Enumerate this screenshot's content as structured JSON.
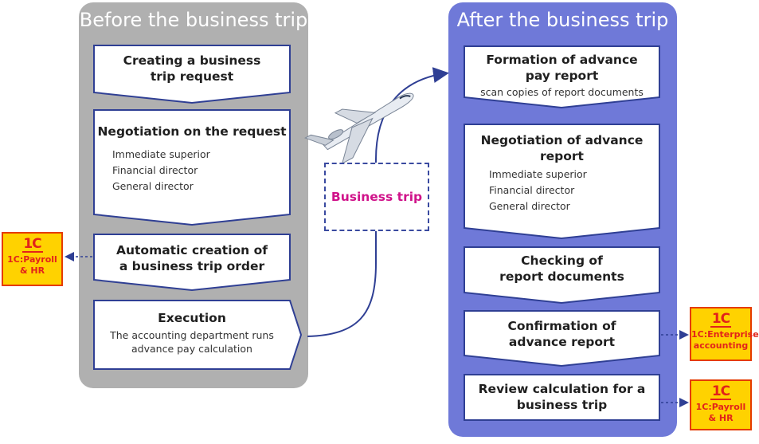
{
  "before": {
    "title": "Before the business trip",
    "steps": [
      {
        "title": "Creating a business\ntrip request"
      },
      {
        "title": "Negotiation on the request",
        "items": [
          "Immediate superior",
          "Financial director",
          "General director"
        ]
      },
      {
        "title": "Automatic creation of\na business trip order"
      },
      {
        "title": "Execution",
        "sub": "The accounting department runs\nadvance pay calculation"
      }
    ]
  },
  "after": {
    "title": "After the business trip",
    "steps": [
      {
        "title": "Formation of advance\npay report",
        "sub": "scan copies of report documents"
      },
      {
        "title": "Negotiation of advance\nreport",
        "items": [
          "Immediate superior",
          "Financial director",
          "General director"
        ]
      },
      {
        "title": "Checking of\nreport documents"
      },
      {
        "title": "Confirmation of\nadvance report"
      },
      {
        "title": "Review calculation for a\nbusiness trip"
      }
    ]
  },
  "trip_label": "Business trip",
  "logos": {
    "left_payroll": {
      "mark": "1C",
      "name": "1C:Payroll\n& HR"
    },
    "right_accounting": {
      "mark": "1C",
      "name": "1C:Enterprise\naccounting"
    },
    "right_payroll": {
      "mark": "1C",
      "name": "1C:Payroll\n& HR"
    }
  },
  "colors": {
    "panel_before": "#b0b0b0",
    "panel_after": "#6f79d8",
    "box_border": "#2f3f94",
    "accent_label": "#d0138a",
    "logo_bg": "#ffd200",
    "logo_red": "#e2231a"
  }
}
